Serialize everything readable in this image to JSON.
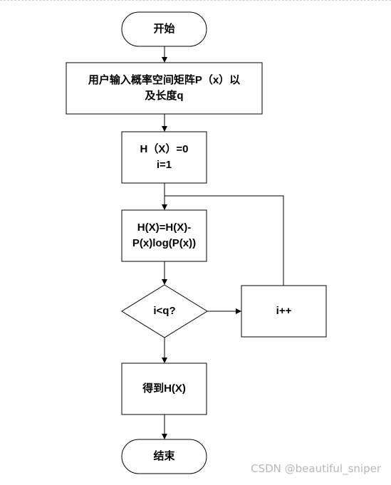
{
  "nodes": {
    "start": "开始",
    "input": "用户输入概率空间矩阵P（x）以\n及长度q",
    "init": "H（X）=0\ni=1",
    "compute": "H(X)=H(X)-\nP(x)log(P(x))",
    "condition": "i<q?",
    "increment": "i++",
    "result": "得到H(X)",
    "end": "结束"
  },
  "watermark": "CSDN @beautiful_sniper"
}
